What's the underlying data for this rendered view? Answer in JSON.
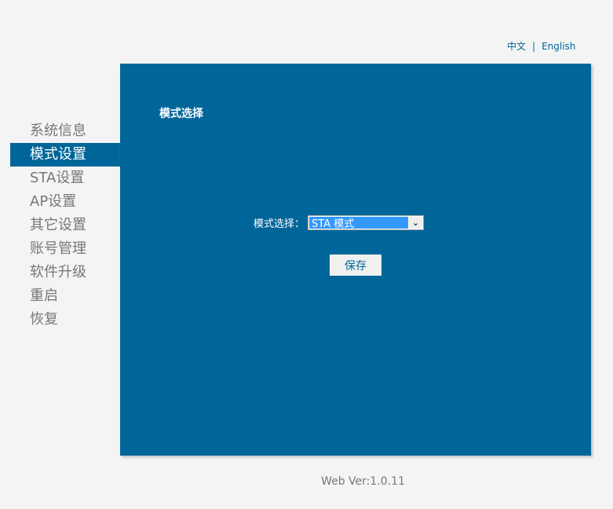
{
  "lang": {
    "chinese": "中文",
    "separator": "|",
    "english": "English"
  },
  "sidebar": {
    "items": [
      {
        "label": "系统信息"
      },
      {
        "label": "模式设置",
        "active": true
      },
      {
        "label": "STA设置"
      },
      {
        "label": "AP设置"
      },
      {
        "label": "其它设置"
      },
      {
        "label": "账号管理"
      },
      {
        "label": "软件升级"
      },
      {
        "label": "重启"
      },
      {
        "label": "恢复"
      }
    ]
  },
  "main": {
    "title": "模式选择",
    "mode_label": "模式选择：",
    "mode_value": "STA 模式",
    "save_label": "保存"
  },
  "footer": {
    "version": "Web Ver:1.0.11"
  },
  "colors": {
    "accent": "#006699",
    "select": "#3399ff"
  }
}
